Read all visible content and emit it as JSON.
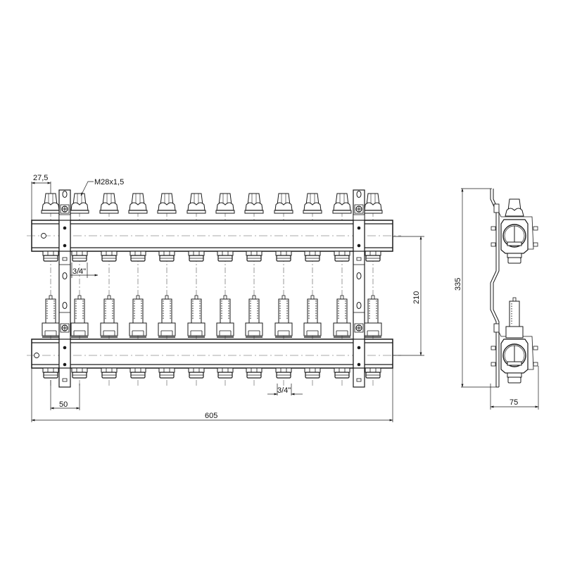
{
  "drawing": {
    "title": "Manifold technical drawing",
    "outlets_per_bar": 12,
    "colors": {
      "line": "#1a1a1a",
      "centerline": "#555555",
      "background": "#ffffff"
    }
  },
  "dimensions": {
    "end_offset": "27,5",
    "thread": "M28x1,5",
    "outlet_thread_top": "3/4\"",
    "outlet_thread_bottom": "3/4\"",
    "outlet_pitch": "50",
    "total_length": "605",
    "bar_spacing": "210",
    "total_height": "335",
    "depth": "75"
  }
}
